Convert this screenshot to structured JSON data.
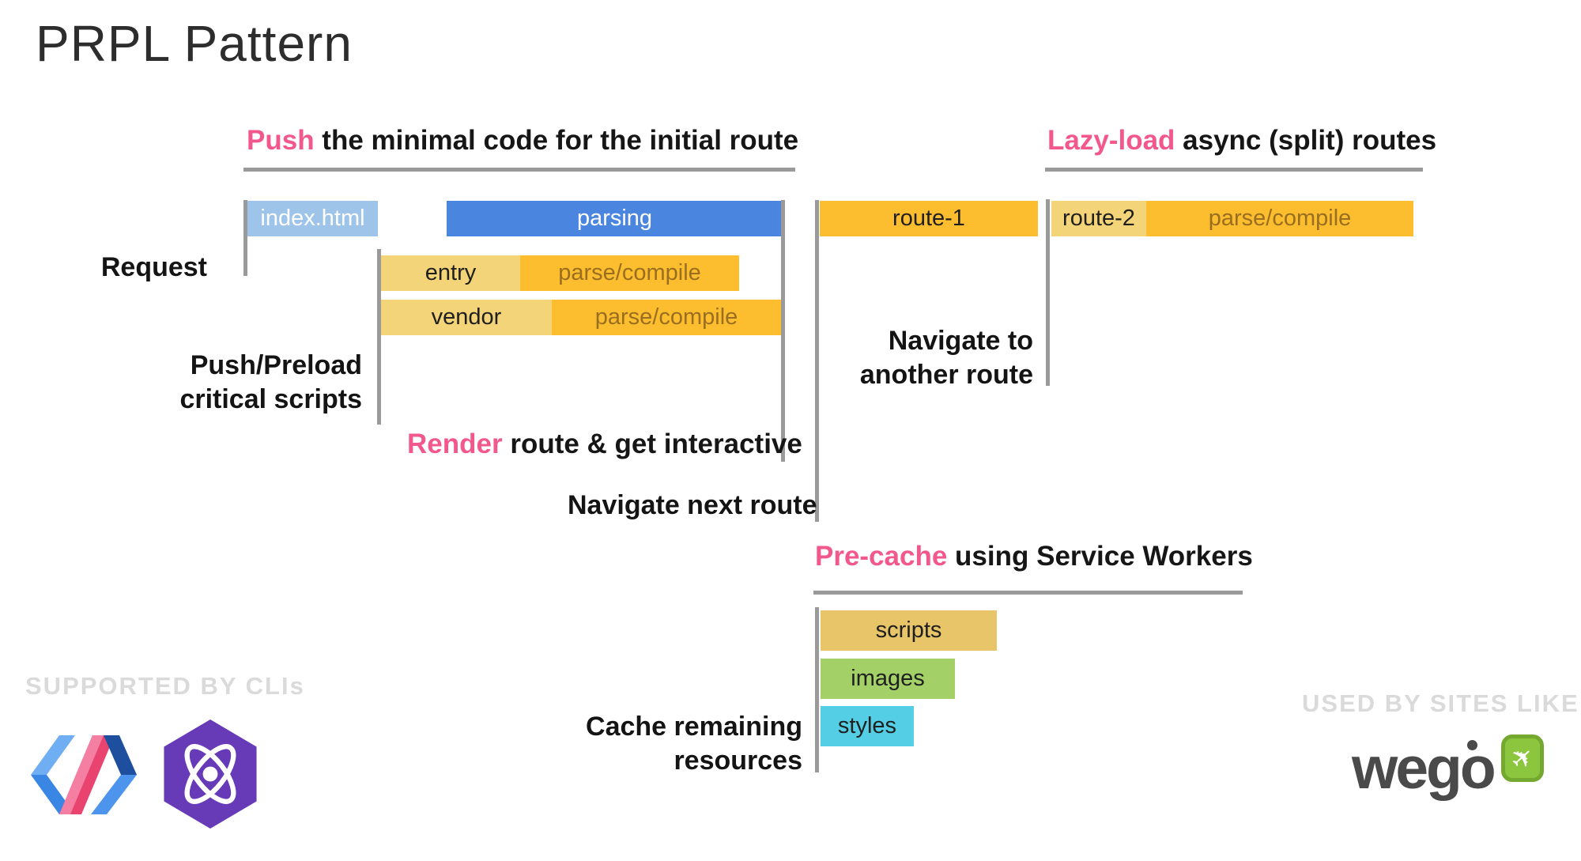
{
  "title": "PRPL Pattern",
  "sections": {
    "push": {
      "accent": "Push",
      "rest": " the minimal code for the initial route"
    },
    "lazy": {
      "accent": "Lazy-load",
      "rest": " async (split) routes"
    },
    "render": {
      "accent": "Render",
      "rest": " route & get interactive"
    },
    "precache": {
      "accent": "Pre-cache",
      "rest": " using Service Workers"
    }
  },
  "labels": {
    "request": "Request",
    "push_preload_line1": "Push/Preload",
    "push_preload_line2": "critical scripts",
    "navigate_next": "Navigate next route",
    "navigate_to_line1": "Navigate to",
    "navigate_to_line2": "another route",
    "cache_line1": "Cache remaining",
    "cache_line2": "resources"
  },
  "bars": {
    "index_html": "index.html",
    "parsing": "parsing",
    "entry": "entry",
    "entry_parse": "parse/compile",
    "vendor": "vendor",
    "vendor_parse": "parse/compile",
    "route1": "route-1",
    "route2": "route-2",
    "route2_parse": "parse/compile",
    "scripts": "scripts",
    "images": "images",
    "styles": "styles"
  },
  "footer": {
    "left_caption": "SUPPORTED BY CLIs",
    "right_caption": "USED BY SITES LIKE",
    "wego_text": "wego"
  },
  "icons": {
    "polymer_logo": "polymer-logo",
    "preact_logo": "preact-logo",
    "wego_plane": "airplane-icon"
  },
  "colors": {
    "accent_pink": "#f2588c",
    "bar_light_blue": "#9ec4e9",
    "bar_blue": "#4a86e0",
    "bar_gold": "#fcbe2e",
    "bar_light_yellow": "#f4d478",
    "bar_tan": "#e7c568",
    "bar_green": "#a3d168",
    "bar_cyan": "#53cee4",
    "marker_gray": "#9a9a9a",
    "footer_gray": "#dadada",
    "parse_compile_text": "#9a6e21",
    "wego_green": "#8cc63f"
  }
}
